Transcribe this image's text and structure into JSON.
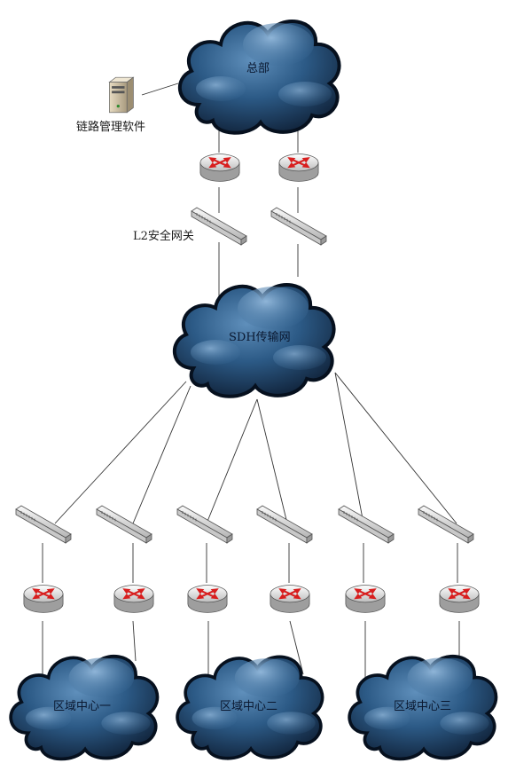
{
  "labels": {
    "hq": "总部",
    "software": "链路管理软件",
    "gateway": "L2安全网关",
    "sdh": "SDH传输网",
    "region1": "区域中心一",
    "region2": "区域中心二",
    "region3": "区域中心三"
  },
  "icons": {
    "cloud": "network-cloud-icon",
    "router": "router-icon",
    "switch": "security-gateway-icon",
    "server": "server-icon"
  },
  "colors": {
    "cloud_dark": "#0c1a2e",
    "cloud_mid": "#2c5a86",
    "cloud_light": "#6f9cc4",
    "router_arrow": "#d81e1e"
  }
}
